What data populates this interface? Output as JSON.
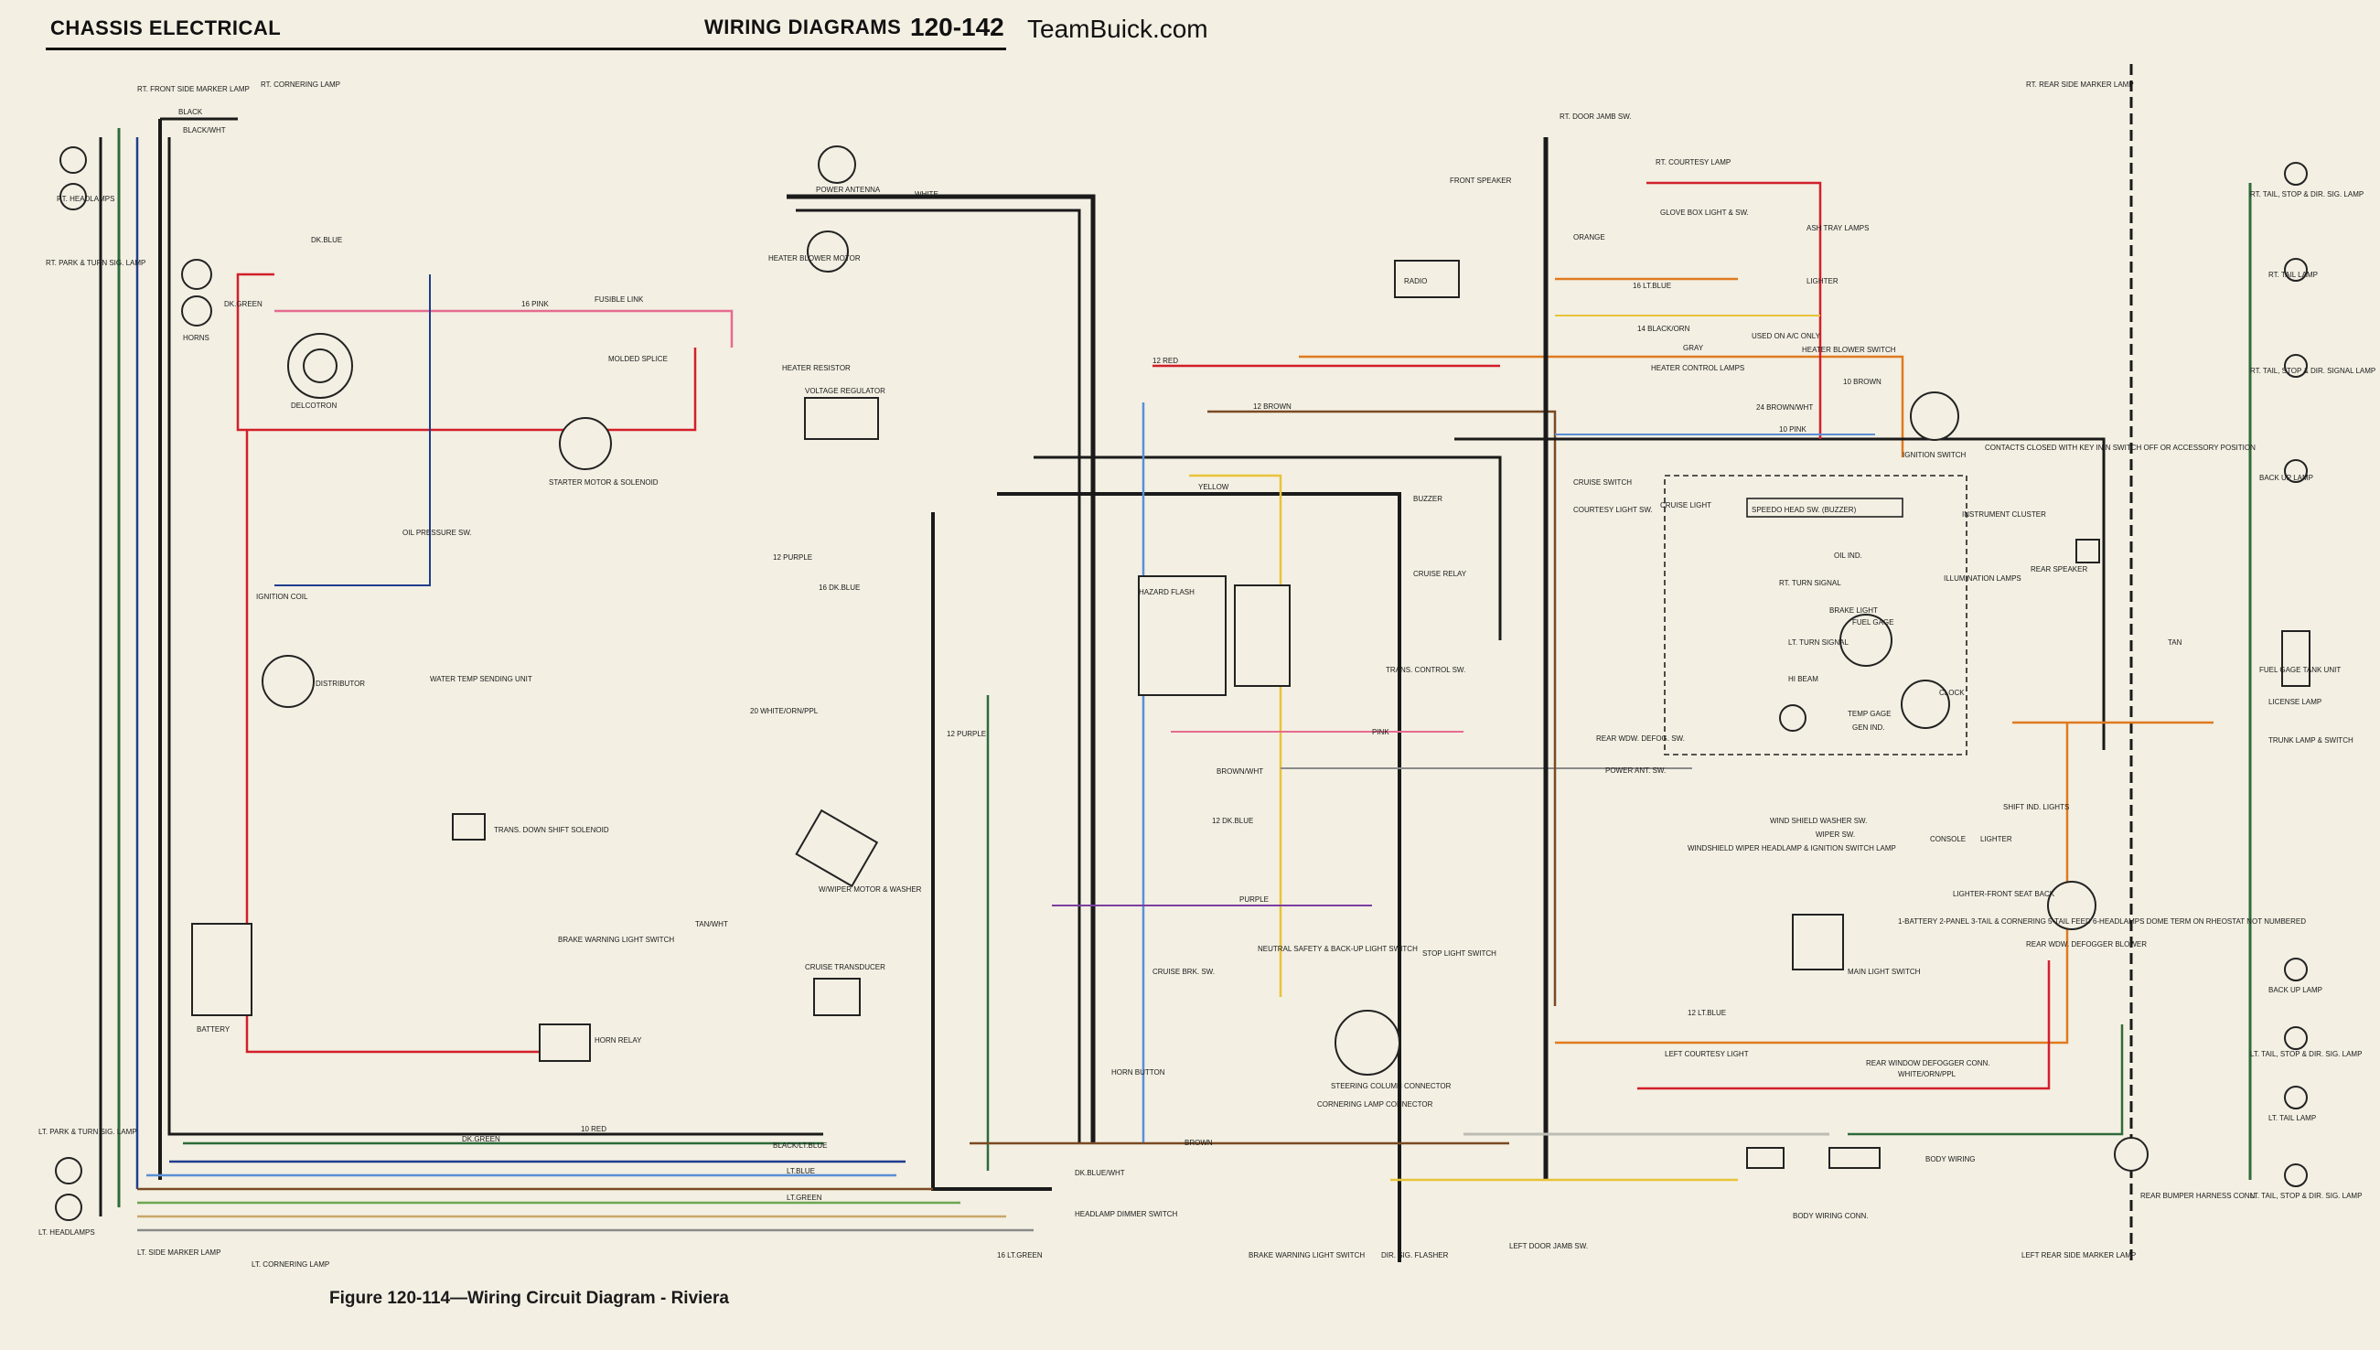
{
  "header": {
    "section": "CHASSIS ELECTRICAL",
    "title": "WIRING DIAGRAMS",
    "page_number": "120-142",
    "site": "TeamBuick.com"
  },
  "caption": "Figure 120-114—Wiring Circuit Diagram - Riviera",
  "colors": {
    "background": "#f3efe3",
    "black": "#1a1a1a",
    "red": "#d21f2b",
    "pink": "#e56b8f",
    "dk_green": "#2e6b3a",
    "lt_green": "#6aa84f",
    "dk_blue": "#1f3d8c",
    "lt_blue": "#5a8fd6",
    "yellow": "#e8c33a",
    "orange": "#e07a1f",
    "brown": "#7a4a22",
    "gray": "#8a8a8a",
    "purple": "#7b3fa0",
    "tan": "#c8a86b",
    "white_wire": "#bdbdb5"
  },
  "components": [
    {
      "id": "rt-front-side-marker",
      "label": "RT. FRONT SIDE MARKER LAMP"
    },
    {
      "id": "rt-cornering",
      "label": "RT. CORNERING LAMP"
    },
    {
      "id": "rt-headlamps",
      "label": "RT. HEADLAMPS"
    },
    {
      "id": "rt-park-turn",
      "label": "RT. PARK & TURN SIG. LAMP"
    },
    {
      "id": "horns",
      "label": "HORNS"
    },
    {
      "id": "delcotron",
      "label": "DELCOTRON"
    },
    {
      "id": "power-antenna",
      "label": "POWER ANTENNA"
    },
    {
      "id": "heater-blower-motor",
      "label": "HEATER BLOWER MOTOR"
    },
    {
      "id": "fusible-link",
      "label": "FUSIBLE LINK"
    },
    {
      "id": "molded-splice",
      "label": "MOLDED SPLICE"
    },
    {
      "id": "heater-resistor",
      "label": "HEATER RESISTOR"
    },
    {
      "id": "voltage-regulator",
      "label": "VOLTAGE REGULATOR"
    },
    {
      "id": "starter-motor",
      "label": "STARTER MOTOR & SOLENOID"
    },
    {
      "id": "oil-pressure-sw",
      "label": "OIL PRESSURE SW."
    },
    {
      "id": "ignition-coil",
      "label": "IGNITION COIL"
    },
    {
      "id": "distributor",
      "label": "DISTRIBUTOR"
    },
    {
      "id": "water-temp",
      "label": "WATER TEMP SENDING UNIT"
    },
    {
      "id": "trans-down-shift",
      "label": "TRANS. DOWN SHIFT SOLENOID"
    },
    {
      "id": "battery",
      "label": "BATTERY"
    },
    {
      "id": "brake-warning-light-sw",
      "label": "BRAKE WARNING LIGHT SWITCH"
    },
    {
      "id": "horn-relay",
      "label": "HORN RELAY"
    },
    {
      "id": "wiper-motor",
      "label": "W/WIPER MOTOR & WASHER"
    },
    {
      "id": "cruise-transducer",
      "label": "CRUISE TRANSDUCER"
    },
    {
      "id": "lt-park-turn",
      "label": "LT. PARK & TURN SIG. LAMP"
    },
    {
      "id": "lt-headlamps",
      "label": "LT. HEADLAMPS"
    },
    {
      "id": "lt-side-marker",
      "label": "LT. SIDE MARKER LAMP"
    },
    {
      "id": "lt-cornering",
      "label": "LT. CORNERING LAMP"
    },
    {
      "id": "hazard-flash",
      "label": "HAZARD FLASH"
    },
    {
      "id": "buzzer",
      "label": "BUZZER"
    },
    {
      "id": "cruise-relay",
      "label": "CRUISE RELAY"
    },
    {
      "id": "trans-control-sw",
      "label": "TRANS. CONTROL SW."
    },
    {
      "id": "cruise-switch",
      "label": "CRUISE SWITCH"
    },
    {
      "id": "courtesy-light-sw",
      "label": "COURTESY LIGHT SW."
    },
    {
      "id": "cruise-light",
      "label": "CRUISE LIGHT"
    },
    {
      "id": "speedo-head",
      "label": "SPEEDO HEAD SW. (BUZZER)"
    },
    {
      "id": "instrument-cluster",
      "label": "INSTRUMENT CLUSTER"
    },
    {
      "id": "illumination-lamps",
      "label": "ILLUMINATION LAMPS"
    },
    {
      "id": "oil-ind",
      "label": "OIL IND."
    },
    {
      "id": "rt-turn-signal",
      "label": "RT. TURN SIGNAL"
    },
    {
      "id": "brake-light",
      "label": "BRAKE LIGHT"
    },
    {
      "id": "fuel-gage",
      "label": "FUEL GAGE"
    },
    {
      "id": "lt-turn-signal",
      "label": "LT. TURN SIGNAL"
    },
    {
      "id": "hi-beam",
      "label": "HI BEAM"
    },
    {
      "id": "temp-gage",
      "label": "TEMP GAGE"
    },
    {
      "id": "gen-ind",
      "label": "GEN IND."
    },
    {
      "id": "clock",
      "label": "CLOCK"
    },
    {
      "id": "rear-window-defog-sw",
      "label": "REAR WDW. DEFOG. SW."
    },
    {
      "id": "power-ant-sw",
      "label": "POWER ANT. SW."
    },
    {
      "id": "windshield-wiper-sw",
      "label": "WINDSHIELD WIPER HEADLAMP & IGNITION SWITCH LAMP"
    },
    {
      "id": "wind-washer-sw",
      "label": "WIND SHIELD WASHER SW."
    },
    {
      "id": "wiper-sw",
      "label": "WIPER SW."
    },
    {
      "id": "console",
      "label": "CONSOLE"
    },
    {
      "id": "shift-ind-lights",
      "label": "SHIFT IND. LIGHTS"
    },
    {
      "id": "lighter",
      "label": "LIGHTER"
    },
    {
      "id": "lighter-front-seat",
      "label": "LIGHTER-FRONT SEAT BACK"
    },
    {
      "id": "main-light-switch",
      "label": "MAIN LIGHT SWITCH"
    },
    {
      "id": "headlamp-notes",
      "label": "1-BATTERY 2-PANEL 3-TAIL & CORNERING 5-TAIL FEED 6-HEADLAMPS DOME TERM ON RHEOSTAT NOT NUMBERED"
    },
    {
      "id": "neutral-safety",
      "label": "NEUTRAL SAFETY & BACK-UP LIGHT SWITCH"
    },
    {
      "id": "cruise-brk-sw",
      "label": "CRUISE BRK. SW."
    },
    {
      "id": "stop-light-switch",
      "label": "STOP LIGHT SWITCH"
    },
    {
      "id": "steering-column-connector",
      "label": "STEERING COLUMN CONNECTOR"
    },
    {
      "id": "cornering-lamp-connector",
      "label": "CORNERING LAMP CONNECTOR"
    },
    {
      "id": "horn-button",
      "label": "HORN BUTTON"
    },
    {
      "id": "headlamp-dimmer",
      "label": "HEADLAMP DIMMER SWITCH"
    },
    {
      "id": "brake-warning-light-sw-2",
      "label": "BRAKE WARNING LIGHT SWITCH"
    },
    {
      "id": "dir-sig-flasher",
      "label": "DIR. SIG. FLASHER"
    },
    {
      "id": "left-door-jamb",
      "label": "LEFT DOOR JAMB SW."
    },
    {
      "id": "left-courtesy",
      "label": "LEFT COURTESY LIGHT"
    },
    {
      "id": "rear-window-defog-conn",
      "label": "REAR WINDOW DEFOGGER CONN."
    },
    {
      "id": "body-wiring",
      "label": "BODY WIRING"
    },
    {
      "id": "body-wiring-conn",
      "label": "BODY WIRING CONN."
    },
    {
      "id": "rear-bumper-harness",
      "label": "REAR BUMPER HARNESS CONN."
    },
    {
      "id": "rt-door-jamb",
      "label": "RT. DOOR JAMB SW."
    },
    {
      "id": "rt-front-speaker",
      "label": "FRONT SPEAKER"
    },
    {
      "id": "rt-courtesy",
      "label": "RT. COURTESY LAMP"
    },
    {
      "id": "radio",
      "label": "RADIO"
    },
    {
      "id": "glove-box",
      "label": "GLOVE BOX LIGHT & SW."
    },
    {
      "id": "ash-tray",
      "label": "ASH TRAY LAMPS"
    },
    {
      "id": "lighter-top",
      "label": "LIGHTER"
    },
    {
      "id": "used-on-ac",
      "label": "USED ON A/C ONLY"
    },
    {
      "id": "heater-blower-sw",
      "label": "HEATER BLOWER SWITCH"
    },
    {
      "id": "heater-control-lamps",
      "label": "HEATER CONTROL LAMPS"
    },
    {
      "id": "ignition-switch",
      "label": "IGNITION SWITCH"
    },
    {
      "id": "contacts-note",
      "label": "CONTACTS CLOSED WITH KEY IN N SWITCH OFF OR ACCESSORY POSITION"
    },
    {
      "id": "rear-speaker",
      "label": "REAR SPEAKER"
    },
    {
      "id": "rt-rear-side-marker",
      "label": "RT. REAR SIDE MARKER LAMP"
    },
    {
      "id": "rt-tail-stop",
      "label": "RT. TAIL, STOP & DIR. SIG. LAMP"
    },
    {
      "id": "rt-tail",
      "label": "RT. TAIL LAMP"
    },
    {
      "id": "rt-tail-stop-2",
      "label": "RT. TAIL, STOP & DIR. SIGNAL LAMP"
    },
    {
      "id": "back-up-lamp",
      "label": "BACK UP LAMP"
    },
    {
      "id": "fuel-gage-tank",
      "label": "FUEL GAGE TANK UNIT"
    },
    {
      "id": "license-lamp",
      "label": "LICENSE LAMP"
    },
    {
      "id": "trunk-lamp",
      "label": "TRUNK LAMP & SWITCH"
    },
    {
      "id": "rear-window-defog-blower",
      "label": "REAR WDW. DEFOGGER BLOWER"
    },
    {
      "id": "back-up-lamp-2",
      "label": "BACK UP LAMP"
    },
    {
      "id": "lt-tail-stop",
      "label": "LT. TAIL, STOP & DIR. SIG. LAMP"
    },
    {
      "id": "lt-tail",
      "label": "LT. TAIL LAMP"
    },
    {
      "id": "lt-tail-stop-2",
      "label": "LT. TAIL, STOP & DIR. SIG. LAMP"
    },
    {
      "id": "lt-rear-side-marker",
      "label": "LEFT REAR SIDE MARKER LAMP"
    }
  ],
  "wire_labels": [
    "BLACK",
    "BLACK/WHT",
    "DK.GREEN",
    "DK.BLUE",
    "WHITE",
    "16 PINK",
    "16 LT.BLUE",
    "14 BLACK/ORN",
    "12 RED",
    "10 RED",
    "12 BROWN",
    "12 PURPLE",
    "16 DK.BLUE",
    "YELLOW",
    "ORANGE",
    "GRAY",
    "TAN",
    "PINK",
    "BROWN",
    "LT.BLUE",
    "LT.GREEN",
    "PURPLE",
    "TAN/WHT",
    "BROWN/WHT",
    "DK.BLUE/WHT",
    "16 LT.GREEN",
    "24 BROWN/WHT",
    "10 PINK",
    "10 BROWN",
    "12 LT.BLUE",
    "12 PURPLE",
    "12 DK.BLUE",
    "20 WHITE/ORN/PPL",
    "WHITE/ORN/PPL",
    "BLACK/LT.BLUE",
    "DK.GREEN"
  ]
}
